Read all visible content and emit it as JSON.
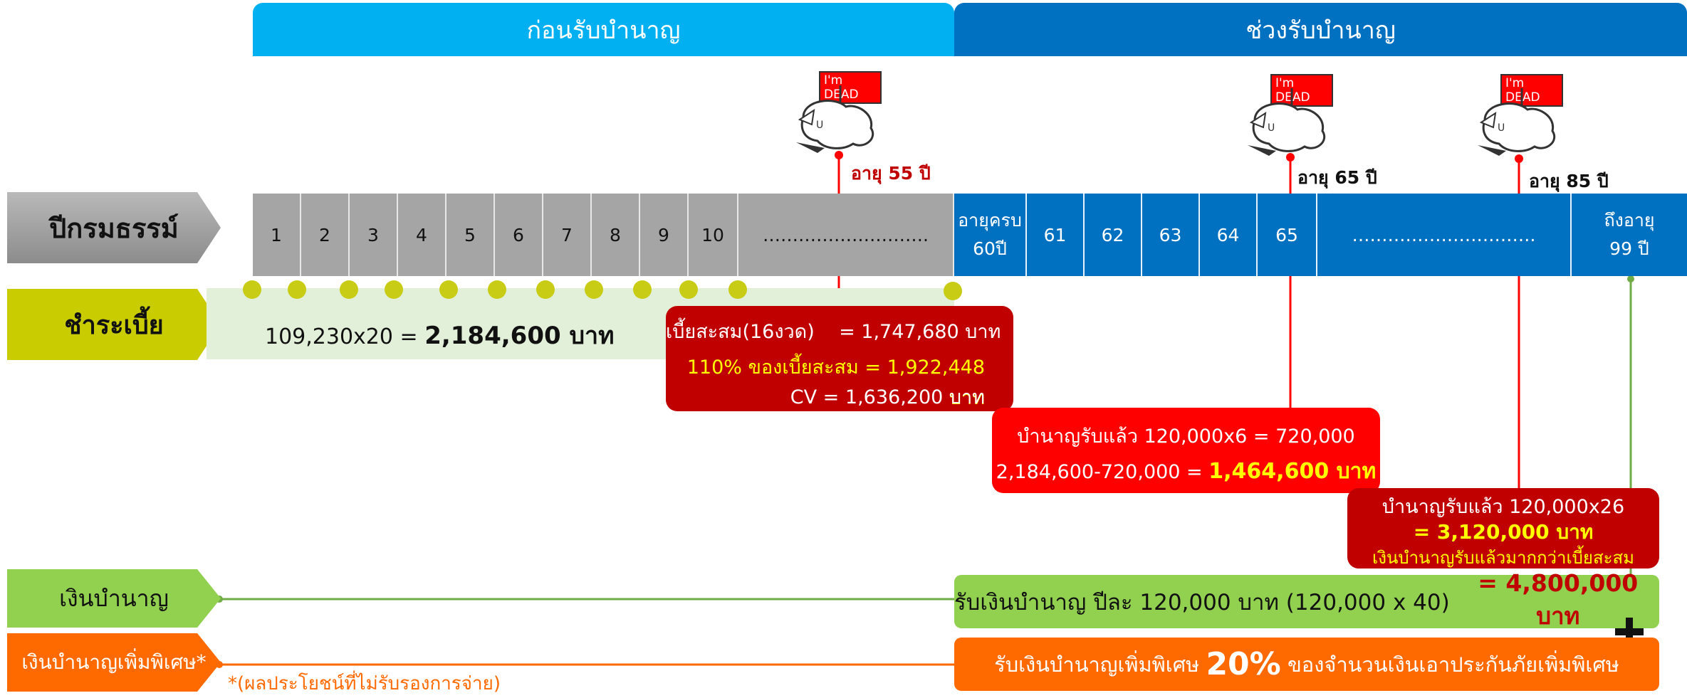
{
  "header": {
    "left": "ก่อนรับบำนาญ",
    "right": "ช่วงรับบำนาญ"
  },
  "labels": {
    "policy_year": "ปีกรมธรรม์",
    "premium": "ชำระเบี้ย",
    "annuity": "เงินบำนาญ",
    "extra_annuity": "เงินบำนาญเพิ่มพิเศษ*"
  },
  "years_gray": [
    "1",
    "2",
    "3",
    "4",
    "5",
    "6",
    "7",
    "8",
    "9",
    "10",
    "………………………."
  ],
  "years_blue": {
    "start_line1": "อายุครบ",
    "start_line2": "60ปี",
    "mid": [
      "61",
      "62",
      "63",
      "64",
      "65"
    ],
    "dots": "………………………….",
    "end_line1": "ถึงอายุ",
    "end_line2": "99 ปี"
  },
  "premium_formula": {
    "expr": "109,230x20 = ",
    "total": "2,184,600 บาท"
  },
  "death_sign": "I'm DEAD",
  "ages": {
    "a55": "อายุ 55 ปี",
    "a65": "อายุ 65 ปี",
    "a85": "อายุ 85 ปี"
  },
  "box1": {
    "line1": "เบี้ยสะสม(16งวด)    = 1,747,680 บาท",
    "line2": "110% ของเบี้ยสะสม = 1,922,448 บาท",
    "line3": "CV  = 1,636,200 บาท"
  },
  "box2": {
    "line1": "บำนาญรับแล้ว 120,000x6 = 720,000",
    "line2_prefix": "2,184,600-720,000 = ",
    "line2_value": "1,464,600 บาท"
  },
  "box3": {
    "line1": "บำนาญรับแล้ว 120,000x26",
    "line2": "= 3,120,000 บาท",
    "line3": "เงินบำนาญรับแล้วมากกว่าเบี้ยสะสม"
  },
  "annuity_bar": {
    "prefix": "รับเงินบำนาญ ปีละ 120,000 บาท (120,000 x 40) ",
    "total": "= 4,800,000 บาท"
  },
  "extra_bar": {
    "prefix": "รับเงินบำนาญเพิ่มพิเศษ ",
    "pct": "20%",
    "suffix": " ของจำนวนเงินเอาประกันภัยเพิ่มพิเศษ"
  },
  "footnote": "*(ผลประโยชน์ที่ไม่รับรองการจ่าย)",
  "colors": {
    "light_blue": "#00b0f0",
    "dark_blue": "#0070c0",
    "gray": "#a5a5a5",
    "olive": "#c9cc00",
    "green": "#92d050",
    "orange": "#ff6a00",
    "red": "#ff0000",
    "dark_red": "#c00000"
  }
}
